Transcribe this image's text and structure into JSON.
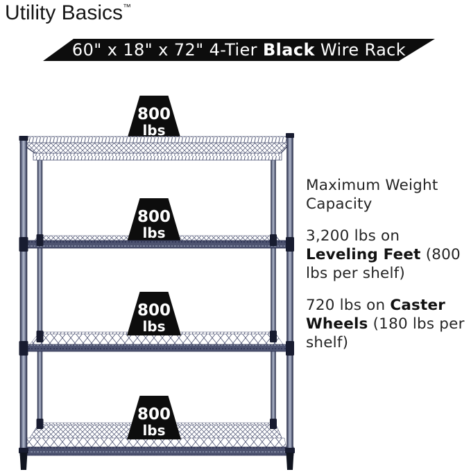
{
  "brand": {
    "name": "Utility Basics",
    "trademark": "™"
  },
  "banner": {
    "bg": "#0d0d0d",
    "text_color": "#ffffff",
    "segments": [
      {
        "text": "60\" x 18\" x 72\" 4-Tier ",
        "bold": false
      },
      {
        "text": "Black",
        "bold": true
      },
      {
        "text": " Wire Rack",
        "bold": false
      }
    ]
  },
  "rack": {
    "tiers": 4,
    "frame_color": "#454b66",
    "post_dark": "#262b45",
    "collar_color": "#181c30",
    "weight_tag_bg": "#0d0d0d",
    "shelf_weights": [
      {
        "value": "800",
        "unit": "lbs"
      },
      {
        "value": "800",
        "unit": "lbs"
      },
      {
        "value": "800",
        "unit": "lbs"
      },
      {
        "value": "800",
        "unit": "lbs"
      }
    ]
  },
  "info": {
    "heading": "Maximum Weight Capacity",
    "paragraphs": [
      {
        "segments": [
          {
            "text": "3,200 lbs on ",
            "bold": false
          },
          {
            "text": "Leveling Feet",
            "bold": true
          },
          {
            "text": " (800 lbs per shelf)",
            "bold": false
          }
        ]
      },
      {
        "segments": [
          {
            "text": "720 lbs on ",
            "bold": false
          },
          {
            "text": "Caster Wheels",
            "bold": true
          },
          {
            "text": " (180 lbs per shelf)",
            "bold": false
          }
        ]
      }
    ]
  }
}
